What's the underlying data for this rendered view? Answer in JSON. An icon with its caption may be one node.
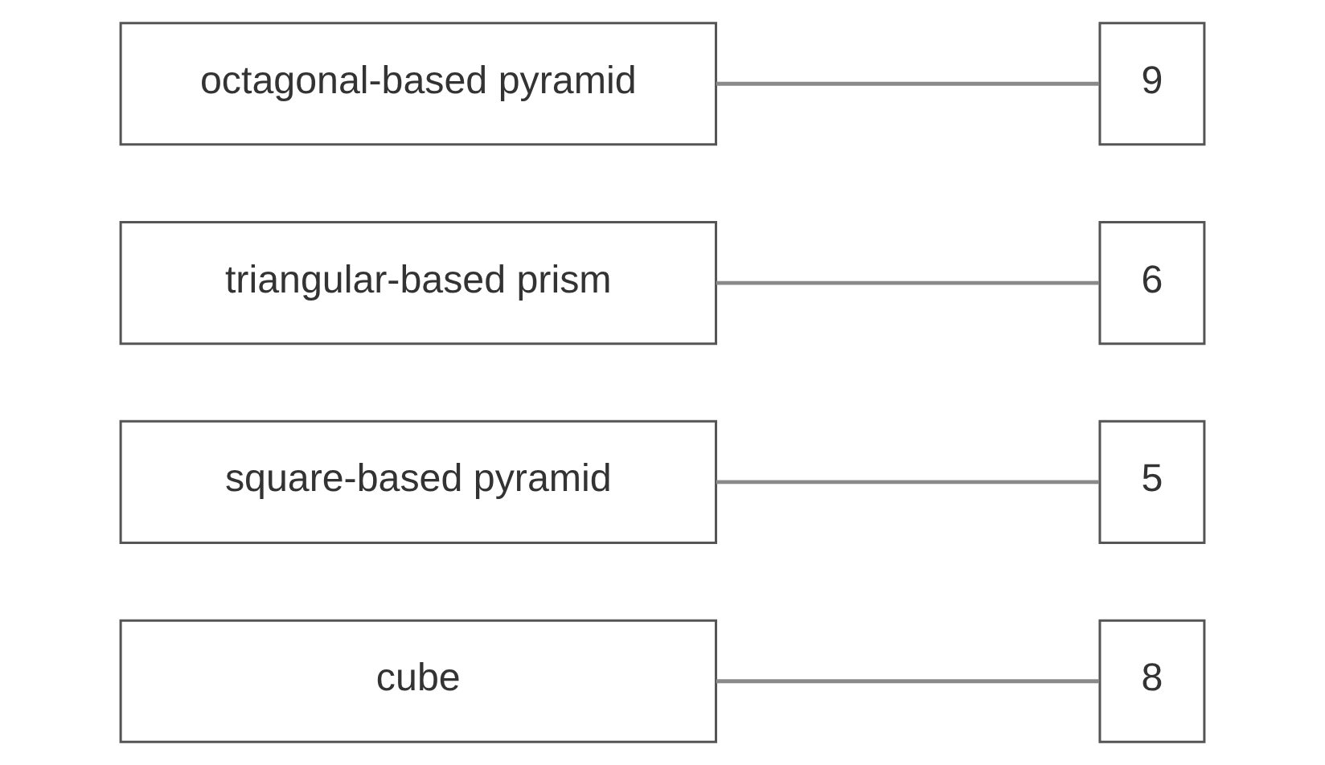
{
  "diagram": {
    "nodes": [
      {
        "text": [
          "cube"
        ]
      },
      {
        "text": [
          "square-based pyramid"
        ]
      },
      {
        "text": [
          "triangular-based prism"
        ]
      },
      {
        "text": [
          "octagonal-based pyramid"
        ]
      },
      {
        "text": [
          "9"
        ]
      },
      {
        "text": [
          "8"
        ]
      },
      {
        "text": [
          "6"
        ]
      },
      {
        "text": [
          "5"
        ]
      }
    ],
    "edges": [
      {
        "from": 0,
        "to": 5,
        "arrow": "none"
      },
      {
        "from": 1,
        "to": 7,
        "arrow": "none"
      },
      {
        "from": 2,
        "to": 6,
        "arrow": "none"
      },
      {
        "from": 3,
        "to": 4,
        "arrow": "none"
      }
    ]
  }
}
